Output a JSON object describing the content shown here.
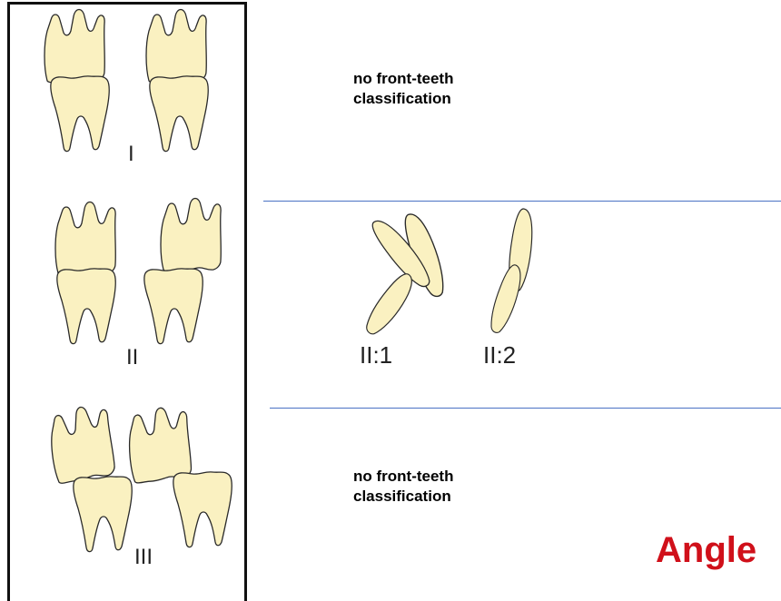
{
  "colors": {
    "tooth_fill": "#FAF1C1",
    "tooth_stroke": "#2a2a2a",
    "divider": "#4a72c4",
    "brand": "#d0101a"
  },
  "classes": [
    {
      "label": "I"
    },
    {
      "label": "II"
    },
    {
      "label": "III"
    }
  ],
  "front_teeth": {
    "class_I_note": "no front-teeth\nclassification",
    "class_II_subtypes": [
      "II:1",
      "II:2"
    ],
    "class_III_note": "no front-teeth\nclassification"
  },
  "brand_label": "Angle"
}
